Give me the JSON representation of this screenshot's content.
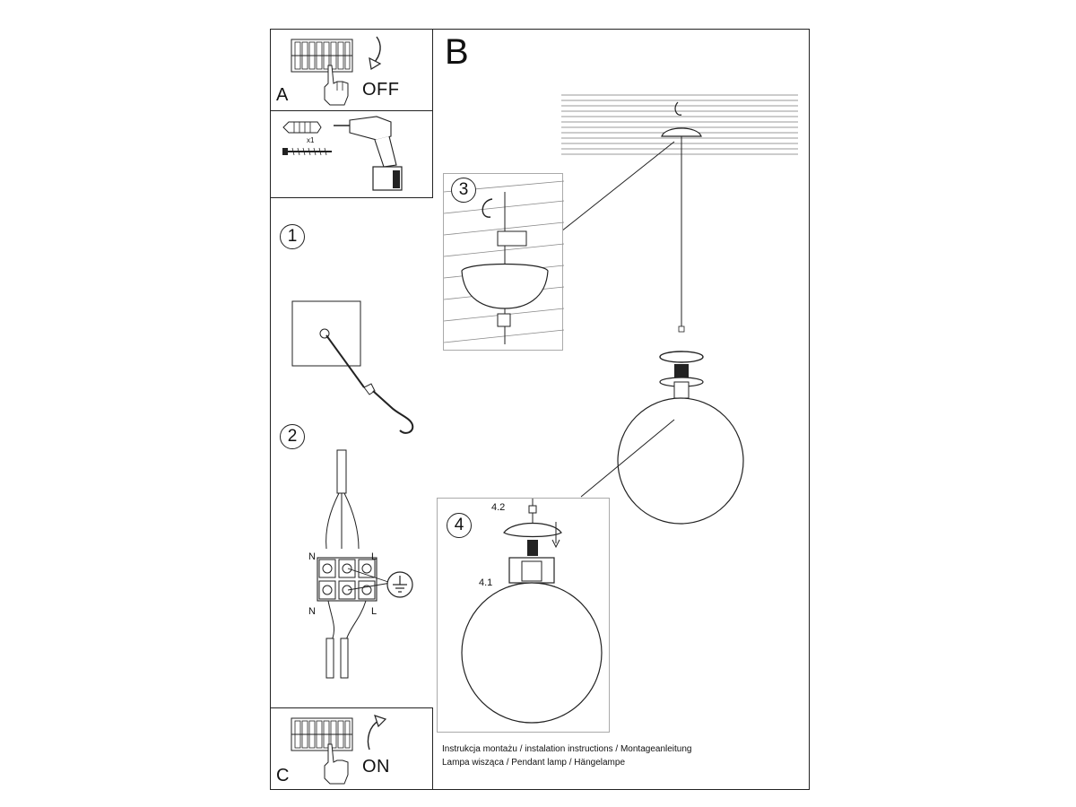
{
  "steps": {
    "a_label": "A",
    "a_action": "OFF",
    "tools_qty": "x1",
    "b_label": "B",
    "c_label": "C",
    "c_action": "ON",
    "step1": "1",
    "step2": "2",
    "step3": "3",
    "step4": "4"
  },
  "wiring": {
    "n_top": "N",
    "l_top": "L",
    "n_bottom": "N",
    "l_bottom": "L"
  },
  "parts": {
    "p41": "4.1",
    "p42": "4.2"
  },
  "footer": {
    "line1": "Instrukcja montażu / instalation instructions / Montageanleitung",
    "line2": "Lampa wisząca / Pendant lamp / Hängelampe"
  },
  "icons": [
    "breaker-panel-icon",
    "hand-icon",
    "rotate-arrow-icon",
    "drill-icon",
    "wall-plug-icon",
    "screw-icon",
    "ceiling-hook-icon",
    "terminal-block-icon",
    "ground-symbol-icon",
    "pendant-lamp-icon"
  ]
}
